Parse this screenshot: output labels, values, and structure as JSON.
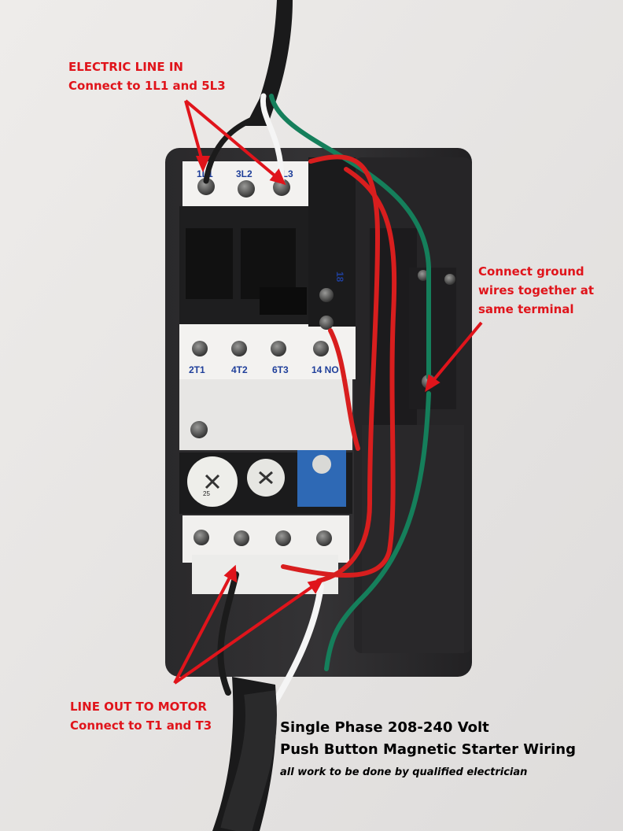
{
  "annotations": {
    "line_in_title": "ELECTRIC LINE IN",
    "line_in_detail": "Connect to 1L1 and 5L3",
    "ground_line1": "Connect ground",
    "ground_line2": "wires together at",
    "ground_line3": "same terminal",
    "line_out_title": "LINE OUT TO MOTOR",
    "line_out_detail": "Connect to T1 and T3"
  },
  "caption": {
    "title_line1": "Single Phase 208-240 Volt",
    "title_line2": "Push Button Magnetic Starter Wiring",
    "note": "all work to be done by qualified electrician"
  },
  "terminal_labels": {
    "top": [
      "1L1",
      "3L2",
      "5L3"
    ],
    "middle": [
      "2T1",
      "4T2",
      "6T3",
      "14 NO"
    ],
    "aux_block": "18",
    "dial_scale": "25"
  },
  "colors": {
    "annotation_red": "#e0141b",
    "caption_black": "#000000",
    "terminal_text_blue": "#1f3f9a",
    "enclosure": "#2b2a2c",
    "contactor_white": "#f3f2f0"
  }
}
